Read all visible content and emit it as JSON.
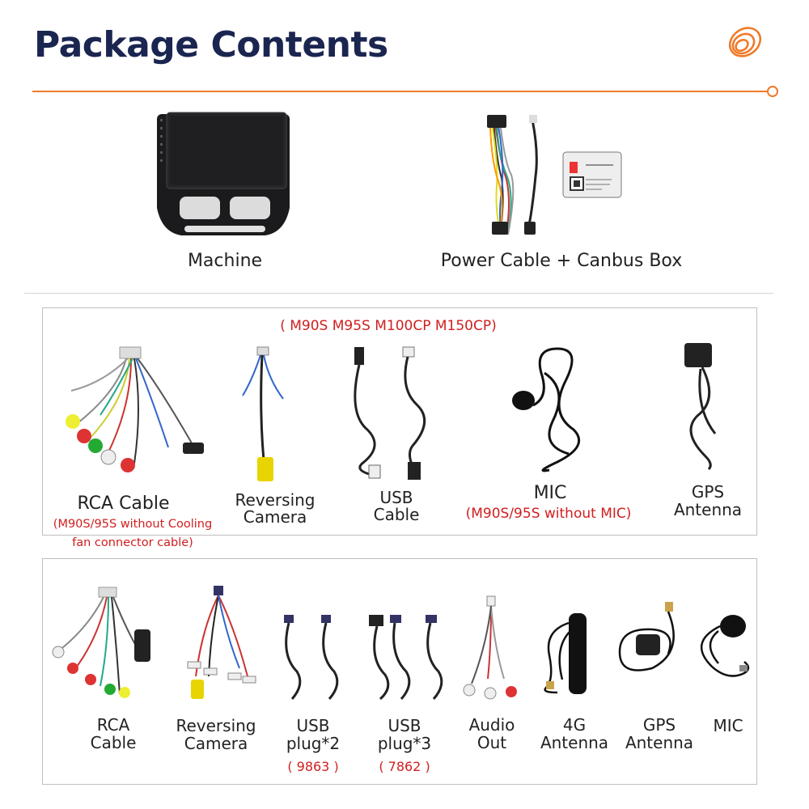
{
  "header": {
    "title": "Package Contents",
    "logo_icon": "orange-spiral-logo-icon",
    "accent_color": "#f07a2a",
    "title_color": "#1a2550"
  },
  "top_items": [
    {
      "label": "Machine",
      "icon": "car-radio-head-unit-icon"
    },
    {
      "label": "Power Cable + Canbus Box",
      "icon": "power-harness-canbus-box-icon"
    }
  ],
  "section1": {
    "models": "( M90S M95S M100CP M150CP)",
    "items": [
      {
        "label_lines": [
          "RCA Cable"
        ],
        "note_lines": [
          "(M90S/95S without Cooling",
          "fan connector cable)"
        ],
        "icon": "rca-harness-icon"
      },
      {
        "label_lines": [
          "Reversing",
          "Camera"
        ],
        "icon": "reversing-camera-cable-icon"
      },
      {
        "label_lines": [
          "USB",
          "Cable"
        ],
        "icon": "usb-cable-icon"
      },
      {
        "label_lines": [
          "MIC"
        ],
        "note_lines": [
          "(M90S/95S without MIC)"
        ],
        "icon": "microphone-icon"
      },
      {
        "label_lines": [
          "GPS",
          "Antenna"
        ],
        "icon": "gps-antenna-icon"
      }
    ]
  },
  "section2": {
    "items": [
      {
        "label_lines": [
          "RCA",
          "Cable"
        ],
        "icon": "rca-harness-icon"
      },
      {
        "label_lines": [
          "Reversing",
          "Camera"
        ],
        "icon": "reversing-camera-cable-icon"
      },
      {
        "label_lines": [
          "USB",
          "plug*2"
        ],
        "note": "( 9863 )",
        "icon": "usb-plug-2-icon"
      },
      {
        "label_lines": [
          "USB",
          "plug*3"
        ],
        "note": "( 7862 )",
        "icon": "usb-plug-3-icon"
      },
      {
        "label_lines": [
          "Audio",
          "Out"
        ],
        "icon": "audio-out-cable-icon"
      },
      {
        "label_lines": [
          "4G",
          "Antenna"
        ],
        "icon": "4g-antenna-icon"
      },
      {
        "label_lines": [
          "GPS",
          "Antenna"
        ],
        "icon": "gps-antenna-icon"
      },
      {
        "label_lines": [
          "MIC"
        ],
        "icon": "microphone-icon"
      }
    ]
  }
}
